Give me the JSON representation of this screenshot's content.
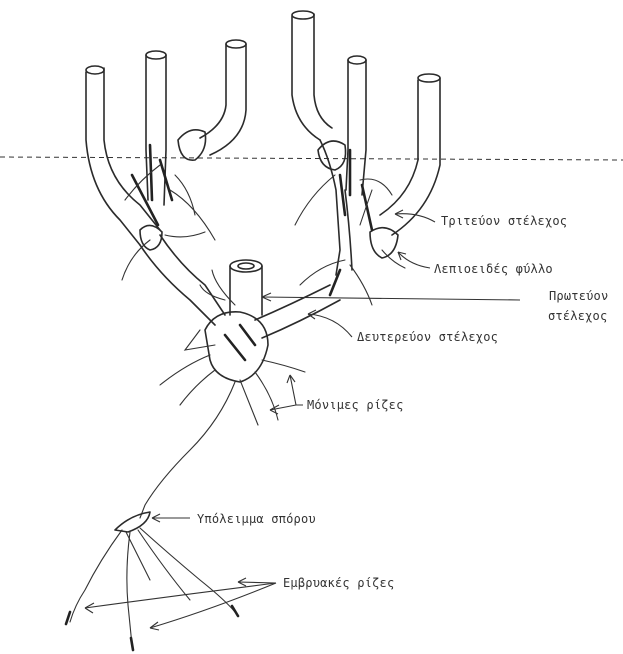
{
  "labels": {
    "tertiary_stem": "Τριτεύον στέλεχος",
    "scale_leaf": "Λεπιοειδές φύλλο",
    "primary_stem_line1": "Πρωτεύον",
    "primary_stem_line2": "στέλεχος",
    "secondary_stem": "Δευτερεύον στέλεχος",
    "permanent_roots": "Μόνιμες ρίζες",
    "seed_remnant": "Υπόλειμμα σπόρου",
    "embryonic_roots": "Εμβρυακές ρίζες"
  },
  "colors": {
    "line": "#2b2b2b",
    "background": "#ffffff"
  }
}
